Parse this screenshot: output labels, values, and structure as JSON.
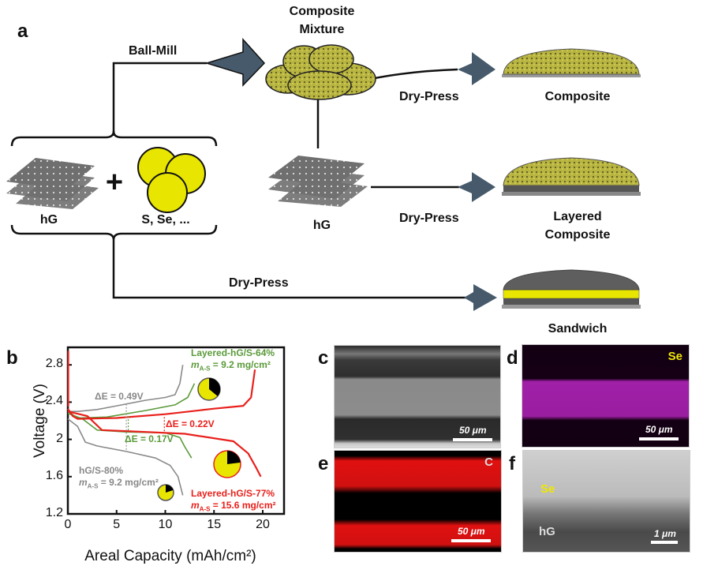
{
  "panel_a": {
    "letter": "a",
    "ball_mill": "Ball-Mill",
    "composite_mixture_line1": "Composite",
    "composite_mixture_line2": "Mixture",
    "hg_left": "hG",
    "plus": "+",
    "s_se": "S, Se, ...",
    "hg_right": "hG",
    "dry_press_1": "Dry-Press",
    "dry_press_2": "Dry-Press",
    "dry_press_3": "Dry-Press",
    "composite": "Composite",
    "layered_line1": "Layered",
    "layered_line2": "Composite",
    "sandwich": "Sandwich",
    "colors": {
      "arrow": "#465a6b",
      "sulfur": "#e8e600",
      "graphene": "#7a7a7a"
    }
  },
  "chart_data": {
    "letter": "b",
    "type": "line",
    "xlabel": "Areal Capacity (mAh/cm²)",
    "ylabel": "Voltage (V)",
    "xlim": [
      0,
      22
    ],
    "ylim": [
      1.2,
      3.0
    ],
    "xticks": [
      "0",
      "5",
      "10",
      "15",
      "20"
    ],
    "yticks": [
      "1.2",
      "1.6",
      "2",
      "2.4",
      "2.8"
    ],
    "series": [
      {
        "name": "hG/S-80%",
        "color": "#8a8a8a",
        "charge": [
          [
            0,
            2.3
          ],
          [
            1,
            2.3
          ],
          [
            3,
            2.32
          ],
          [
            5,
            2.36
          ],
          [
            8,
            2.42
          ],
          [
            10,
            2.45
          ],
          [
            11,
            2.48
          ],
          [
            11.5,
            2.6
          ],
          [
            11.8,
            2.8
          ]
        ],
        "discharge": [
          [
            0,
            2.22
          ],
          [
            1,
            2.14
          ],
          [
            1.8,
            1.97
          ],
          [
            3,
            1.93
          ],
          [
            6,
            1.87
          ],
          [
            9,
            1.8
          ],
          [
            10.5,
            1.72
          ],
          [
            11.3,
            1.6
          ],
          [
            11.8,
            1.4
          ]
        ],
        "loading": "m_A-S = 9.2 mg/cm²",
        "pie_fraction": 0.8
      },
      {
        "name": "Layered-hG/S-64%",
        "color": "#5a9a3a",
        "charge": [
          [
            0,
            2.3
          ],
          [
            1,
            2.23
          ],
          [
            4,
            2.24
          ],
          [
            8,
            2.31
          ],
          [
            11,
            2.37
          ],
          [
            12.3,
            2.45
          ],
          [
            13,
            2.6
          ]
        ],
        "discharge": [
          [
            0,
            2.28
          ],
          [
            1.5,
            2.22
          ],
          [
            3,
            2.1
          ],
          [
            6,
            2.08
          ],
          [
            10,
            2.07
          ],
          [
            11.5,
            2.02
          ],
          [
            12,
            1.92
          ],
          [
            12.7,
            1.8
          ]
        ],
        "loading": "m_A-S = 9.2 mg/cm²",
        "pie_fraction": 0.64
      },
      {
        "name": "Layered-hG/S-77%",
        "color": "#e8201c",
        "charge": [
          [
            0,
            2.33
          ],
          [
            0.5,
            2.25
          ],
          [
            1,
            2.22
          ],
          [
            5,
            2.23
          ],
          [
            10,
            2.27
          ],
          [
            15,
            2.33
          ],
          [
            18,
            2.36
          ],
          [
            18.8,
            2.45
          ],
          [
            19.2,
            2.75
          ]
        ],
        "discharge": [
          [
            0,
            2.3
          ],
          [
            2,
            2.25
          ],
          [
            3.5,
            2.1
          ],
          [
            8,
            2.08
          ],
          [
            12,
            2.06
          ],
          [
            17,
            1.98
          ],
          [
            18.5,
            1.85
          ],
          [
            19.3,
            1.7
          ],
          [
            19.8,
            1.6
          ]
        ],
        "loading": "m_A-S = 15.6 mg/cm²",
        "pie_fraction": 0.77
      }
    ],
    "annotations": {
      "gray": "ΔE = 0.49V",
      "green": "ΔE = 0.17V",
      "red": "ΔE = 0.22V"
    },
    "labels": {
      "gray_name": "hG/S-80%",
      "gray_loading_pre": "m",
      "gray_loading_sub": "A-S",
      "gray_loading_post": " = 9.2 mg/cm²",
      "green_name": "Layered-hG/S-64%",
      "green_loading_pre": "m",
      "green_loading_sub": "A-S",
      "green_loading_post": " = 9.2 mg/cm²",
      "red_name": "Layered-hG/S-77%",
      "red_loading_pre": "m",
      "red_loading_sub": "A-S",
      "red_loading_post": " = 15.6 mg/cm²"
    }
  },
  "panels": {
    "c": {
      "letter": "c",
      "scale": "50 μm"
    },
    "d": {
      "letter": "d",
      "scale": "50 μm",
      "element": "Se"
    },
    "e": {
      "letter": "e",
      "scale": "50 μm",
      "element": "C"
    },
    "f": {
      "letter": "f",
      "scale": "1 μm",
      "label_top": "Se",
      "label_bottom": "hG"
    }
  }
}
